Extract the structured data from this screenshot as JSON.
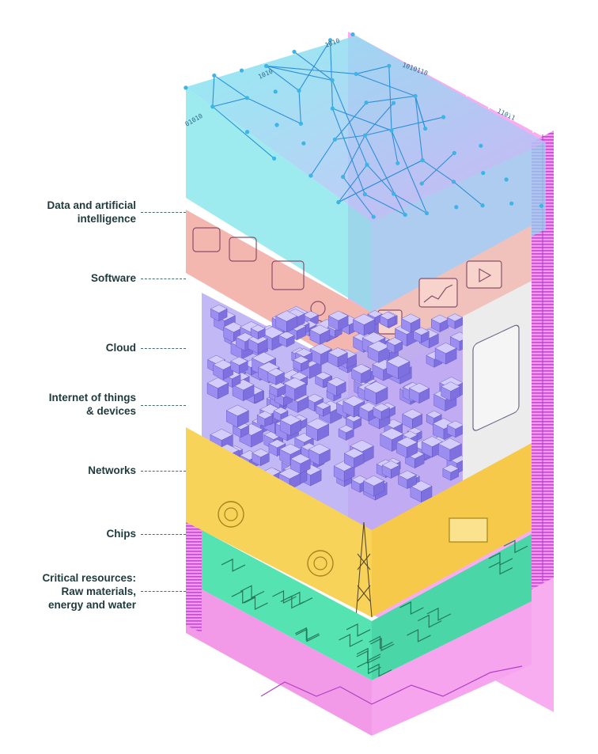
{
  "labels": [
    {
      "key": "data_ai",
      "text": "Data and artificial\nintelligence"
    },
    {
      "key": "software",
      "text": "Software"
    },
    {
      "key": "cloud",
      "text": "Cloud"
    },
    {
      "key": "iot",
      "text": "Internet of things\n& devices"
    },
    {
      "key": "networks",
      "text": "Networks"
    },
    {
      "key": "chips",
      "text": "Chips"
    },
    {
      "key": "critical",
      "text": "Critical resources:\nRaw materials,\nenergy and water"
    }
  ],
  "binary_marks": [
    "01010",
    "1010",
    "1010",
    "1010110",
    "11011"
  ],
  "colors": {
    "label_text": "#1f3a3d",
    "leader": "#4a6b6e",
    "data_layer": "#6fe0e8",
    "network_lines": "#2f8fd6",
    "software": "#f3b7b0",
    "cloud_cubes": "#a79bf2",
    "device_panel": "#ececec",
    "networks_layer": "#f8d35a",
    "chips_layer": "#56e3b2",
    "critical_layer": "#f29ae8",
    "critical_deep": "#d04fd7"
  },
  "icons": [
    "wind-turbine-icon",
    "cell-tower-icon",
    "tablet-icon",
    "server-rack-icon",
    "chip-icon"
  ]
}
